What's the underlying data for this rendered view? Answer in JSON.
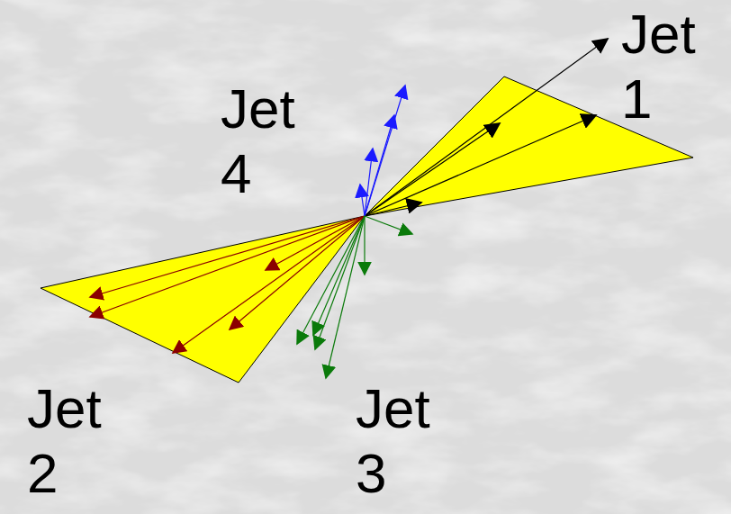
{
  "diagram": {
    "labels": [
      "Jet 4",
      "Jet 1",
      "Jet 2",
      "Jet 3"
    ]
  }
}
